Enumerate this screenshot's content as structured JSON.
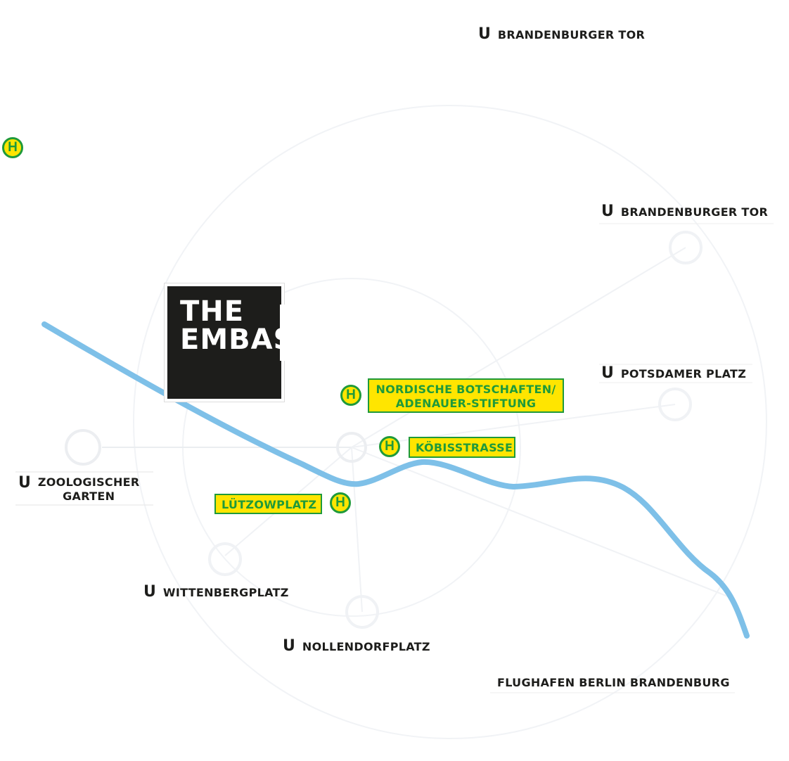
{
  "logo": {
    "line1": "THE",
    "line2": "EMBASSY"
  },
  "subway_stations": [
    {
      "id": "brandenburger-tor-top",
      "badge": "U",
      "name": "BRANDENBURGER TOR"
    },
    {
      "id": "brandenburger-tor-right",
      "badge": "U",
      "name": "BRANDENBURGER TOR"
    },
    {
      "id": "potsdamer-platz",
      "badge": "U",
      "name": "POTSDAMER PLATZ"
    },
    {
      "id": "zoologischer-garten",
      "badge": "U",
      "name_line1": "ZOOLOGISCHER",
      "name_line2": "GARTEN"
    },
    {
      "id": "wittenbergplatz",
      "badge": "U",
      "name": "WITTENBERGPLATZ"
    },
    {
      "id": "nollendorfplatz",
      "badge": "U",
      "name": "NOLLENDORFPLATZ"
    }
  ],
  "airport": {
    "name": "FLUGHAFEN BERLIN BRANDENBURG"
  },
  "bus_stops": [
    {
      "id": "nordische-botschaften",
      "badge": "H",
      "name_line1": "NORDISCHE BOTSCHAFTEN/",
      "name_line2": "ADENAUER-STIFTUNG"
    },
    {
      "id": "koebisstrasse",
      "badge": "H",
      "name": "KÖBISSTRASSE"
    },
    {
      "id": "luetzowplatz",
      "badge": "H",
      "name": "LÜTZOWPLATZ"
    }
  ],
  "legend": {
    "badge": "H"
  },
  "colors": {
    "river": "#7ec0e8",
    "bus_yellow": "#ffe500",
    "bus_green": "#1f9a3a",
    "logo_black": "#1d1d1b",
    "text_dark": "#1d1d1b",
    "faint_lines": "#eef0f3"
  }
}
